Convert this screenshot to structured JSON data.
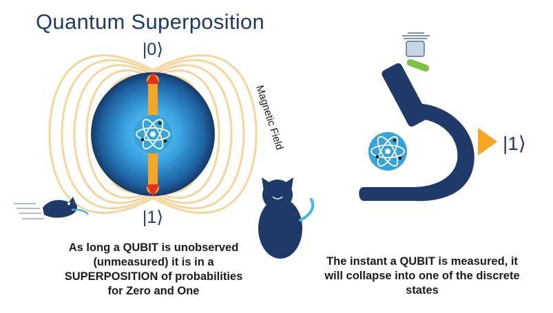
{
  "title": "Quantum Superposition",
  "state_zero": "|0⟩",
  "state_one": "|1⟩",
  "field_label": "Magnetic Field",
  "measured_state": "|1⟩",
  "caption_left": [
    "As long a QUBIT is unobserved",
    "(unmeasured) it is in a",
    "SUPERPOSITION of probabilities",
    "for Zero and One"
  ],
  "caption_right": [
    "The instant a QUBIT is measured, it",
    "will collapse into one of the discrete",
    "states"
  ],
  "colors": {
    "navy": "#1f3a68",
    "sphere_light": "#3fa9e6",
    "field_lines": "#f6d49a",
    "arrow": "#f6a623",
    "arrow_tip": "#e0301e",
    "atom": "#35a4dc",
    "stage_green": "#7dc242"
  }
}
